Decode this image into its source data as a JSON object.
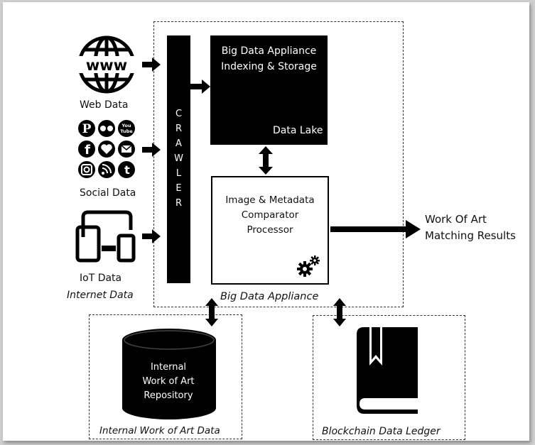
{
  "sources": {
    "web_label": "Web Data",
    "social_label": "Social Data",
    "iot_label": "IoT Data",
    "group_label": "Internet Data"
  },
  "crawler": {
    "letters": [
      "C",
      "R",
      "A",
      "W",
      "L",
      "E",
      "R"
    ]
  },
  "storage": {
    "title_line1": "Big Data Appliance",
    "title_line2": "Indexing & Storage",
    "lake_label": "Data Lake"
  },
  "comparator": {
    "line1": "Image & Metadata",
    "line2": "Comparator",
    "line3": "Processor"
  },
  "appliance": {
    "label": "Big Data Appliance"
  },
  "results": {
    "line1": "Work Of Art",
    "line2": "Matching Results"
  },
  "repository": {
    "line1": "Internal",
    "line2": "Work of Art",
    "line3": "Repository",
    "group_label": "Internal Work of Art Data"
  },
  "ledger": {
    "group_label": "Blockchain Data Ledger"
  },
  "icons": {
    "www": "www-globe-icon",
    "social": "social-media-icons",
    "iot": "device-icon",
    "gears": "gears-icon",
    "database": "database-cylinder-icon",
    "book": "ledger-book-icon"
  }
}
